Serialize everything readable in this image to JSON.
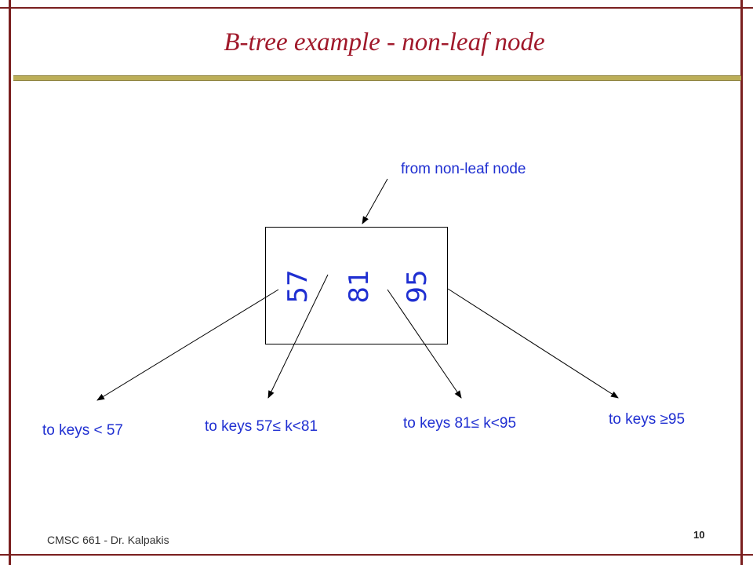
{
  "slide": {
    "title": "B-tree example - non-leaf node",
    "footer": "CMSC 661  - Dr. Kalpakis",
    "page_number": "10"
  },
  "diagram": {
    "incoming_label": "from non-leaf node",
    "keys": [
      "57",
      "81",
      "95"
    ],
    "pointer_labels": [
      "to keys < 57",
      "to keys 57≤ k<81",
      "to keys 81≤ k<95",
      "to keys ≥95"
    ]
  },
  "colors": {
    "frame": "#7a1f1f",
    "title": "#a0182a",
    "text_blue": "#1f2fd1",
    "rule": "#bcae58"
  }
}
